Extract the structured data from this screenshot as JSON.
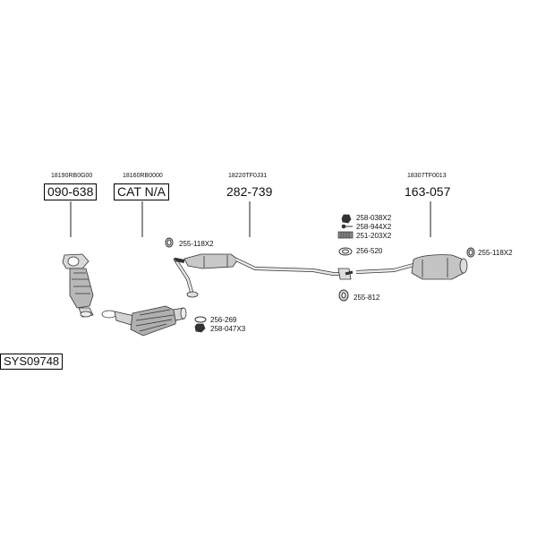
{
  "oem_numbers": {
    "p1": "18190RB0G00",
    "p2": "18160RB0000",
    "p3": "18220TF0J31",
    "p4": "18307TF0013"
  },
  "part_numbers": {
    "p1": "090-638",
    "p2": "CAT N/A",
    "p3": "282-739",
    "p4": "163-057"
  },
  "small_parts": {
    "clamp_front": "255-118X2",
    "gasket_front": "256-269",
    "nut_front": "258-047X3",
    "nut_rear": "258-038X2",
    "bolt_rear": "258-944X2",
    "spring_rear": "251-203X2",
    "gasket_rear": "256-520",
    "rubber_mid": "255-812",
    "clamp_rear": "255-118X2"
  },
  "system_code": "SYS09748"
}
